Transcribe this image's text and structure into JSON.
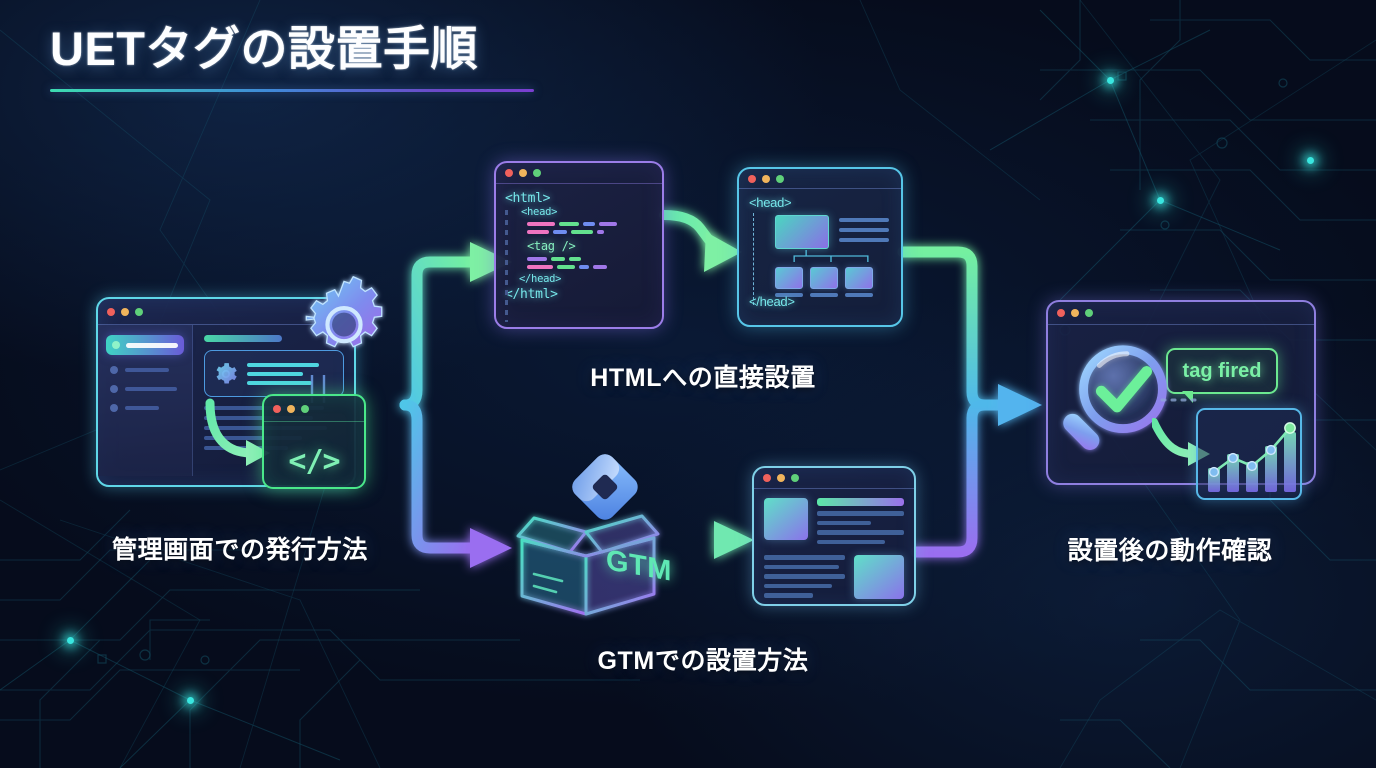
{
  "header": {
    "title": "UETタグの設置手順",
    "rule_colors": [
      "#3ddbb0",
      "#3f8ad8",
      "#7a3fd0"
    ]
  },
  "theme": {
    "background": "#070e1f",
    "accent_green": "#6ce890",
    "accent_cyan": "#5fd7e8",
    "accent_purple": "#9b7de8",
    "accent_blue": "#57b8e8",
    "label_color": "#ffffff"
  },
  "nodes": [
    {
      "id": "admin-issue",
      "label": "管理画面での発行方法",
      "icons": [
        "dashboard-window",
        "gear-icon",
        "code-window"
      ],
      "code_glyph": "</>"
    },
    {
      "id": "html-direct",
      "label": "HTMLへの直接設置",
      "code_lines": [
        "<html>",
        "<head>",
        "<tag />",
        "</head>",
        "</html>"
      ],
      "head_window": {
        "open_tag": "<head>",
        "close_tag": "</head>"
      }
    },
    {
      "id": "gtm-install",
      "label": "GTMでの設置方法",
      "box_text": "GTM",
      "icons": [
        "gtm-logo",
        "open-box",
        "page-window"
      ]
    },
    {
      "id": "post-install-check",
      "label": "設置後の動作確認",
      "bubble_text": "tag fired",
      "icons": [
        "magnifier-icon",
        "check-icon",
        "chart-card"
      ]
    }
  ],
  "code_window": {
    "line1": "<html>",
    "line2": "<head>",
    "highlight": "<tag />",
    "line4": "</head>",
    "line5": "</html>"
  },
  "head_window": {
    "open": "<head>",
    "close": "</head>"
  },
  "verification": {
    "bubble": "tag fired",
    "chart": {
      "bars": [
        32,
        52,
        40,
        62,
        80
      ]
    }
  },
  "window_dots": [
    "red",
    "yellow",
    "green"
  ]
}
